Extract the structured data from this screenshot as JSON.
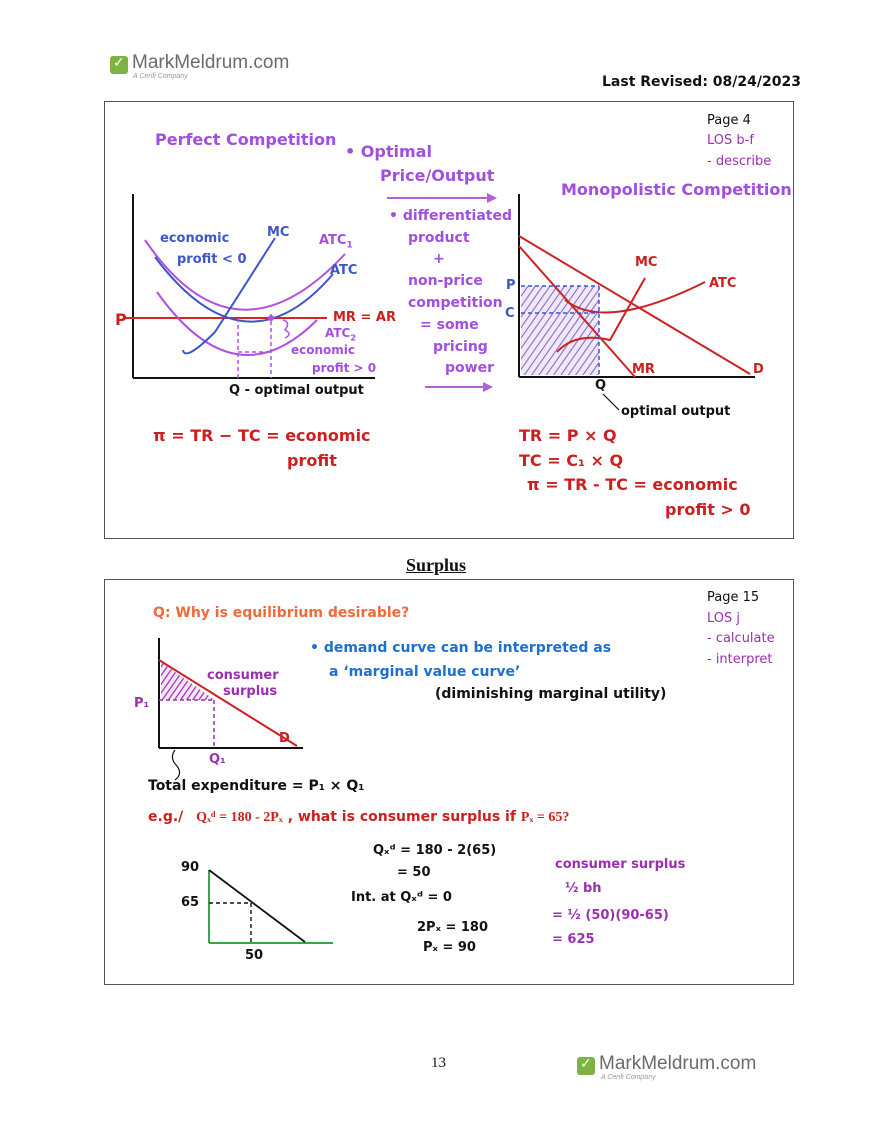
{
  "header": {
    "logo_text": "MarkMeldrum.com",
    "logo_sub": "A Cerifi Company",
    "revised": "Last Revised: 08/24/2023"
  },
  "slide1": {
    "page": "Page 4",
    "los": "LOS b-f",
    "los_detail": "- describe",
    "title_left": "Perfect Competition",
    "optimal_line1": "• Optimal",
    "optimal_line2": "Price/Output",
    "middle_lines": [
      "• differentiated",
      "product",
      "+",
      "non-price",
      "competition",
      "= some",
      "pricing",
      "power"
    ],
    "title_right": "Monopolistic Competition",
    "left_graph": {
      "economic": "economic",
      "profit_lt": "profit < 0",
      "mc": "MC",
      "atc1": "ATC",
      "atc1_sub": "1",
      "atc": "ATC",
      "p": "P",
      "mr_ar": "MR = AR",
      "atc2": "ATC",
      "atc2_sub": "2",
      "economic2": "economic",
      "profit_gt": "profit > 0",
      "xlabel": "Q - optimal output"
    },
    "right_graph": {
      "mc": "MC",
      "atc": "ATC",
      "p": "P",
      "c": "C",
      "mr": "MR",
      "d": "D",
      "q": "Q",
      "optimal": "optimal output"
    },
    "formula_left_1": "π = TR − TC = economic",
    "formula_left_2": "profit",
    "formula_right_1": "TR = P × Q",
    "formula_right_2": "TC = C₁ × Q",
    "formula_right_3": "π = TR - TC = economic",
    "formula_right_4": "profit > 0"
  },
  "section_title": "Surplus",
  "slide2": {
    "page": "Page 15",
    "los": "LOS j",
    "los_1": "- calculate",
    "los_2": "- interpret",
    "question": "Q: Why is equilibrium desirable?",
    "bullet_1": "• demand curve can be interpreted as",
    "bullet_2": "a ‘marginal value curve’",
    "bullet_3": "(diminishing marginal utility)",
    "graph": {
      "consumer": "consumer",
      "surplus": "surplus",
      "p1": "P₁",
      "q1": "Q₁",
      "d": "D"
    },
    "total_exp": "Total expenditure = P₁ × Q₁",
    "eg_prefix": "e.g./",
    "eg_eq": "Qₓᵈ = 180 - 2Pₓ",
    "eg_q": ", what is consumer surplus if",
    "eg_px": "Pₓ = 65?",
    "small_graph": {
      "y90": "90",
      "y65": "65",
      "x50": "50"
    },
    "calc": {
      "l1": "Qₓᵈ = 180 - 2(65)",
      "l2": "= 50",
      "l3": "Int. at Qₓᵈ = 0",
      "l4": "2Pₓ = 180",
      "l5": "Pₓ = 90"
    },
    "cs": {
      "l1": "consumer surplus",
      "l2": "½ bh",
      "l3": "= ½ (50)(90-65)",
      "l4": "= 625"
    }
  },
  "footer": {
    "page_number": "13",
    "logo_text": "MarkMeldrum.com",
    "logo_sub": "A Cerifi Company"
  }
}
